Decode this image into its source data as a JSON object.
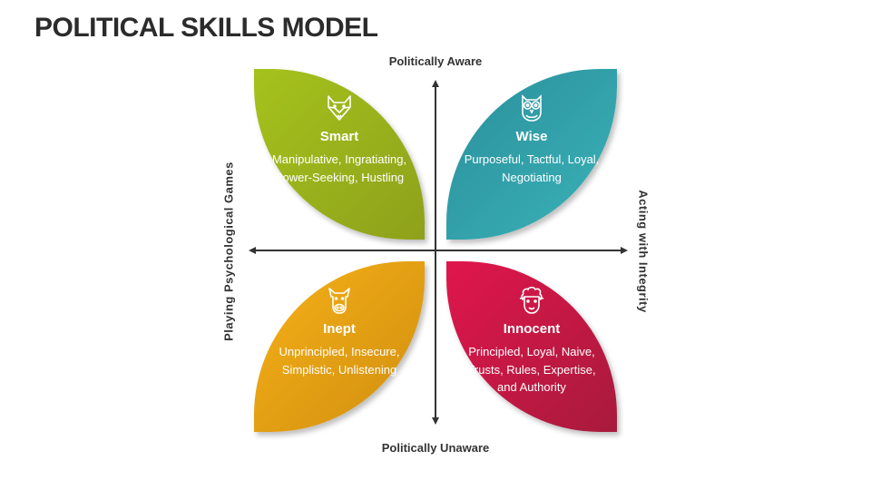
{
  "title": "POLITICAL SKILLS MODEL",
  "axes": {
    "top": "Politically Aware",
    "bottom": "Politically Unaware",
    "left": "Playing  Psychological  Games",
    "right": "Acting  with  Integrity"
  },
  "quadrants": [
    {
      "name": "Smart",
      "icon": "fox-icon",
      "description": "Manipulative, Ingratiating, Power-Seeking, Hustling",
      "color": "#9db51c"
    },
    {
      "name": "Wise",
      "icon": "owl-icon",
      "description": "Purposeful, Tactful, Loyal, Negotiating",
      "color": "#33a3ab"
    },
    {
      "name": "Inept",
      "icon": "donkey-icon",
      "description": "Unprincipled, Insecure, Simplistic, Unlistening",
      "color": "#eaa214"
    },
    {
      "name": "Innocent",
      "icon": "sheep-icon",
      "description": "Principled, Loyal, Naive, Trusts, Rules, Expertise, and Authority",
      "color": "#c91846"
    }
  ]
}
